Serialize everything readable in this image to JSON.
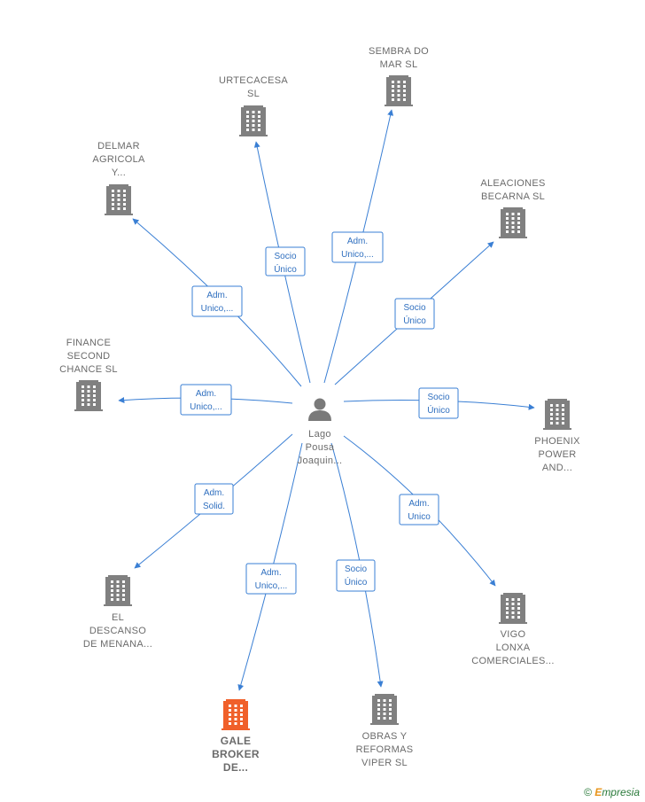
{
  "colors": {
    "edge": "#3a7fd4",
    "building": "#808080",
    "building_highlight": "#f0602a",
    "person": "#7a7a7a"
  },
  "center": {
    "icon": "person-icon",
    "label": [
      "Lago",
      "Pousa",
      "Joaquin..."
    ]
  },
  "nodes": [
    {
      "id": "urtecacesa",
      "label": [
        "URTECACESA",
        "SL"
      ],
      "icon": "building-icon",
      "edge_label": [
        "Socio",
        "Único"
      ]
    },
    {
      "id": "sembra",
      "label": [
        "SEMBRA DO",
        "MAR  SL"
      ],
      "icon": "building-icon",
      "edge_label": [
        "Adm.",
        "Unico,..."
      ]
    },
    {
      "id": "delmar",
      "label": [
        "DELMAR",
        "AGRICOLA",
        "Y..."
      ],
      "icon": "building-icon",
      "edge_label": [
        "Adm.",
        "Unico,..."
      ]
    },
    {
      "id": "aleaciones",
      "label": [
        "ALEACIONES",
        "BECARNA  SL"
      ],
      "icon": "building-icon",
      "edge_label": [
        "Socio",
        "Único"
      ]
    },
    {
      "id": "finance",
      "label": [
        "FINANCE",
        "SECOND",
        "CHANCE  SL"
      ],
      "icon": "building-icon",
      "edge_label": [
        "Adm.",
        "Unico,..."
      ]
    },
    {
      "id": "phoenix",
      "label": [
        "PHOENIX",
        "POWER",
        "AND..."
      ],
      "icon": "building-icon",
      "edge_label": [
        "Socio",
        "Único"
      ]
    },
    {
      "id": "descanso",
      "label": [
        "EL",
        "DESCANSO",
        "DE MENANA..."
      ],
      "icon": "building-icon",
      "edge_label": [
        "Adm.",
        "Solid."
      ]
    },
    {
      "id": "vigo",
      "label": [
        "VIGO",
        "LONXA",
        "COMERCIALES..."
      ],
      "icon": "building-icon",
      "edge_label": [
        "Adm.",
        "Unico"
      ]
    },
    {
      "id": "gale",
      "label": [
        "GALE",
        "BROKER",
        "DE..."
      ],
      "icon": "building-icon",
      "highlight": true,
      "edge_label": [
        "Adm.",
        "Unico,..."
      ]
    },
    {
      "id": "obras",
      "label": [
        "OBRAS Y",
        "REFORMAS",
        "VIPER SL"
      ],
      "icon": "building-icon",
      "edge_label": [
        "Socio",
        "Único"
      ]
    }
  ],
  "footer": {
    "copyright": "©",
    "brand_initial": "E",
    "brand_rest": "mpresia"
  }
}
